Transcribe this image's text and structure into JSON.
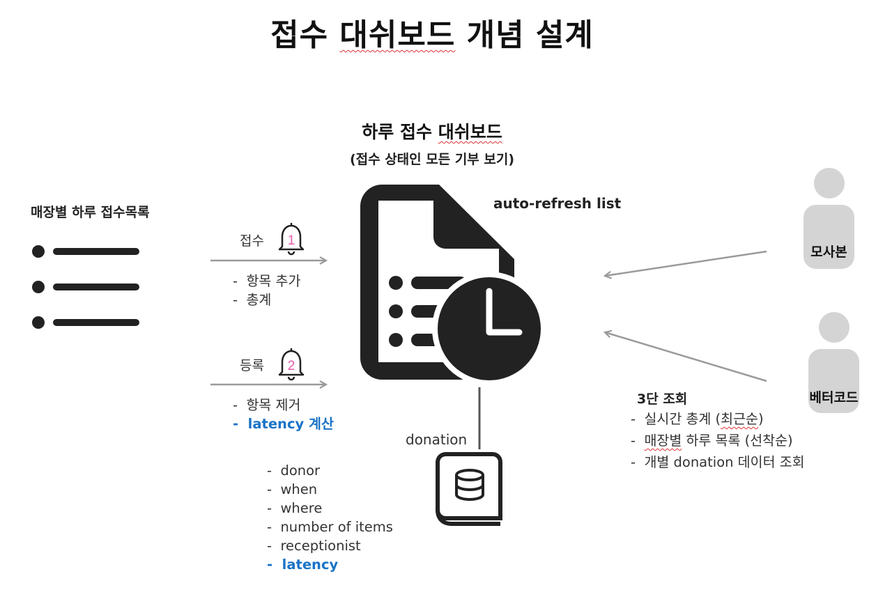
{
  "title": {
    "prefix": "접수 ",
    "squiggle": "대쉬보드",
    "suffix": " 개념 설계"
  },
  "center": {
    "title_prefix": "하루 접수 ",
    "title_squiggle": "대쉬보드",
    "note": "(접수 상태인 모든 기부 보기)",
    "auto_refresh": "auto-refresh list",
    "donation_label": "donation"
  },
  "left": {
    "list_title": "매장별 하루 접수목록"
  },
  "flow1": {
    "label": "접수",
    "badge": "1",
    "items": [
      "항목 추가",
      "총계"
    ]
  },
  "flow2": {
    "label": "등록",
    "badge": "2",
    "items": [
      "항목 제거"
    ],
    "highlight_item": "latency 계산"
  },
  "fields": {
    "items": [
      "donor",
      "when",
      "where",
      "number of items",
      "receptionist"
    ],
    "highlight_item": "latency"
  },
  "users": {
    "user1": "모사본",
    "user2": "베터코드"
  },
  "lookup": {
    "title": "3단 조회",
    "item1_prefix": "실시간 총계 (",
    "item1_squiggle": "최근순",
    "item1_suffix": ")",
    "item2_squiggle": "매장별",
    "item2_suffix": " 하루 목록 (선착순)",
    "item3": "개별 donation 데이터 조회"
  },
  "colors": {
    "accent_blue": "#1a73c7",
    "badge_pink": "#e85aa8",
    "arrow_gray": "#9a9a9a",
    "icon_dark": "#222222",
    "person_gray": "#d4d4d4"
  }
}
